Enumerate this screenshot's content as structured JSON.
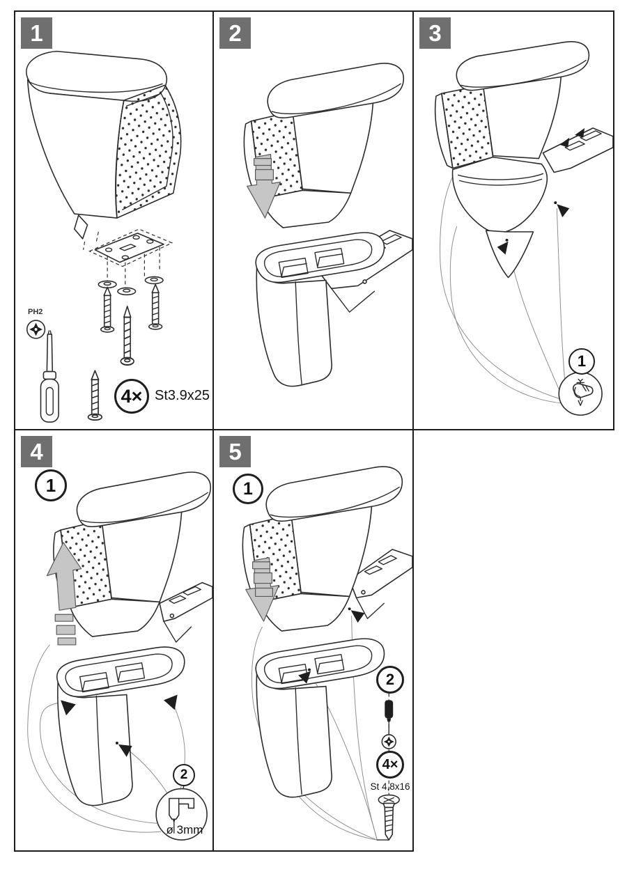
{
  "colors": {
    "badge_bg": "#6f6f6f",
    "badge_text": "#ffffff",
    "outline": "#2b2b2b",
    "arrow_fill": "#c6c6c6",
    "leader_line": "#8f8f8f"
  },
  "step1": {
    "badge": "1",
    "tool_label": "PH2",
    "qty_label": "4×",
    "screw_spec": "St3.9x25"
  },
  "step2": {
    "badge": "2"
  },
  "step3": {
    "badge": "3",
    "callout_1": "1"
  },
  "step4": {
    "badge": "4",
    "callout_1": "1",
    "callout_2": "2",
    "drill_label": "ø 3mm"
  },
  "step5": {
    "badge": "5",
    "callout_1": "1",
    "callout_2": "2",
    "qty_label": "4×",
    "screw_spec": "St 4,8x16"
  }
}
